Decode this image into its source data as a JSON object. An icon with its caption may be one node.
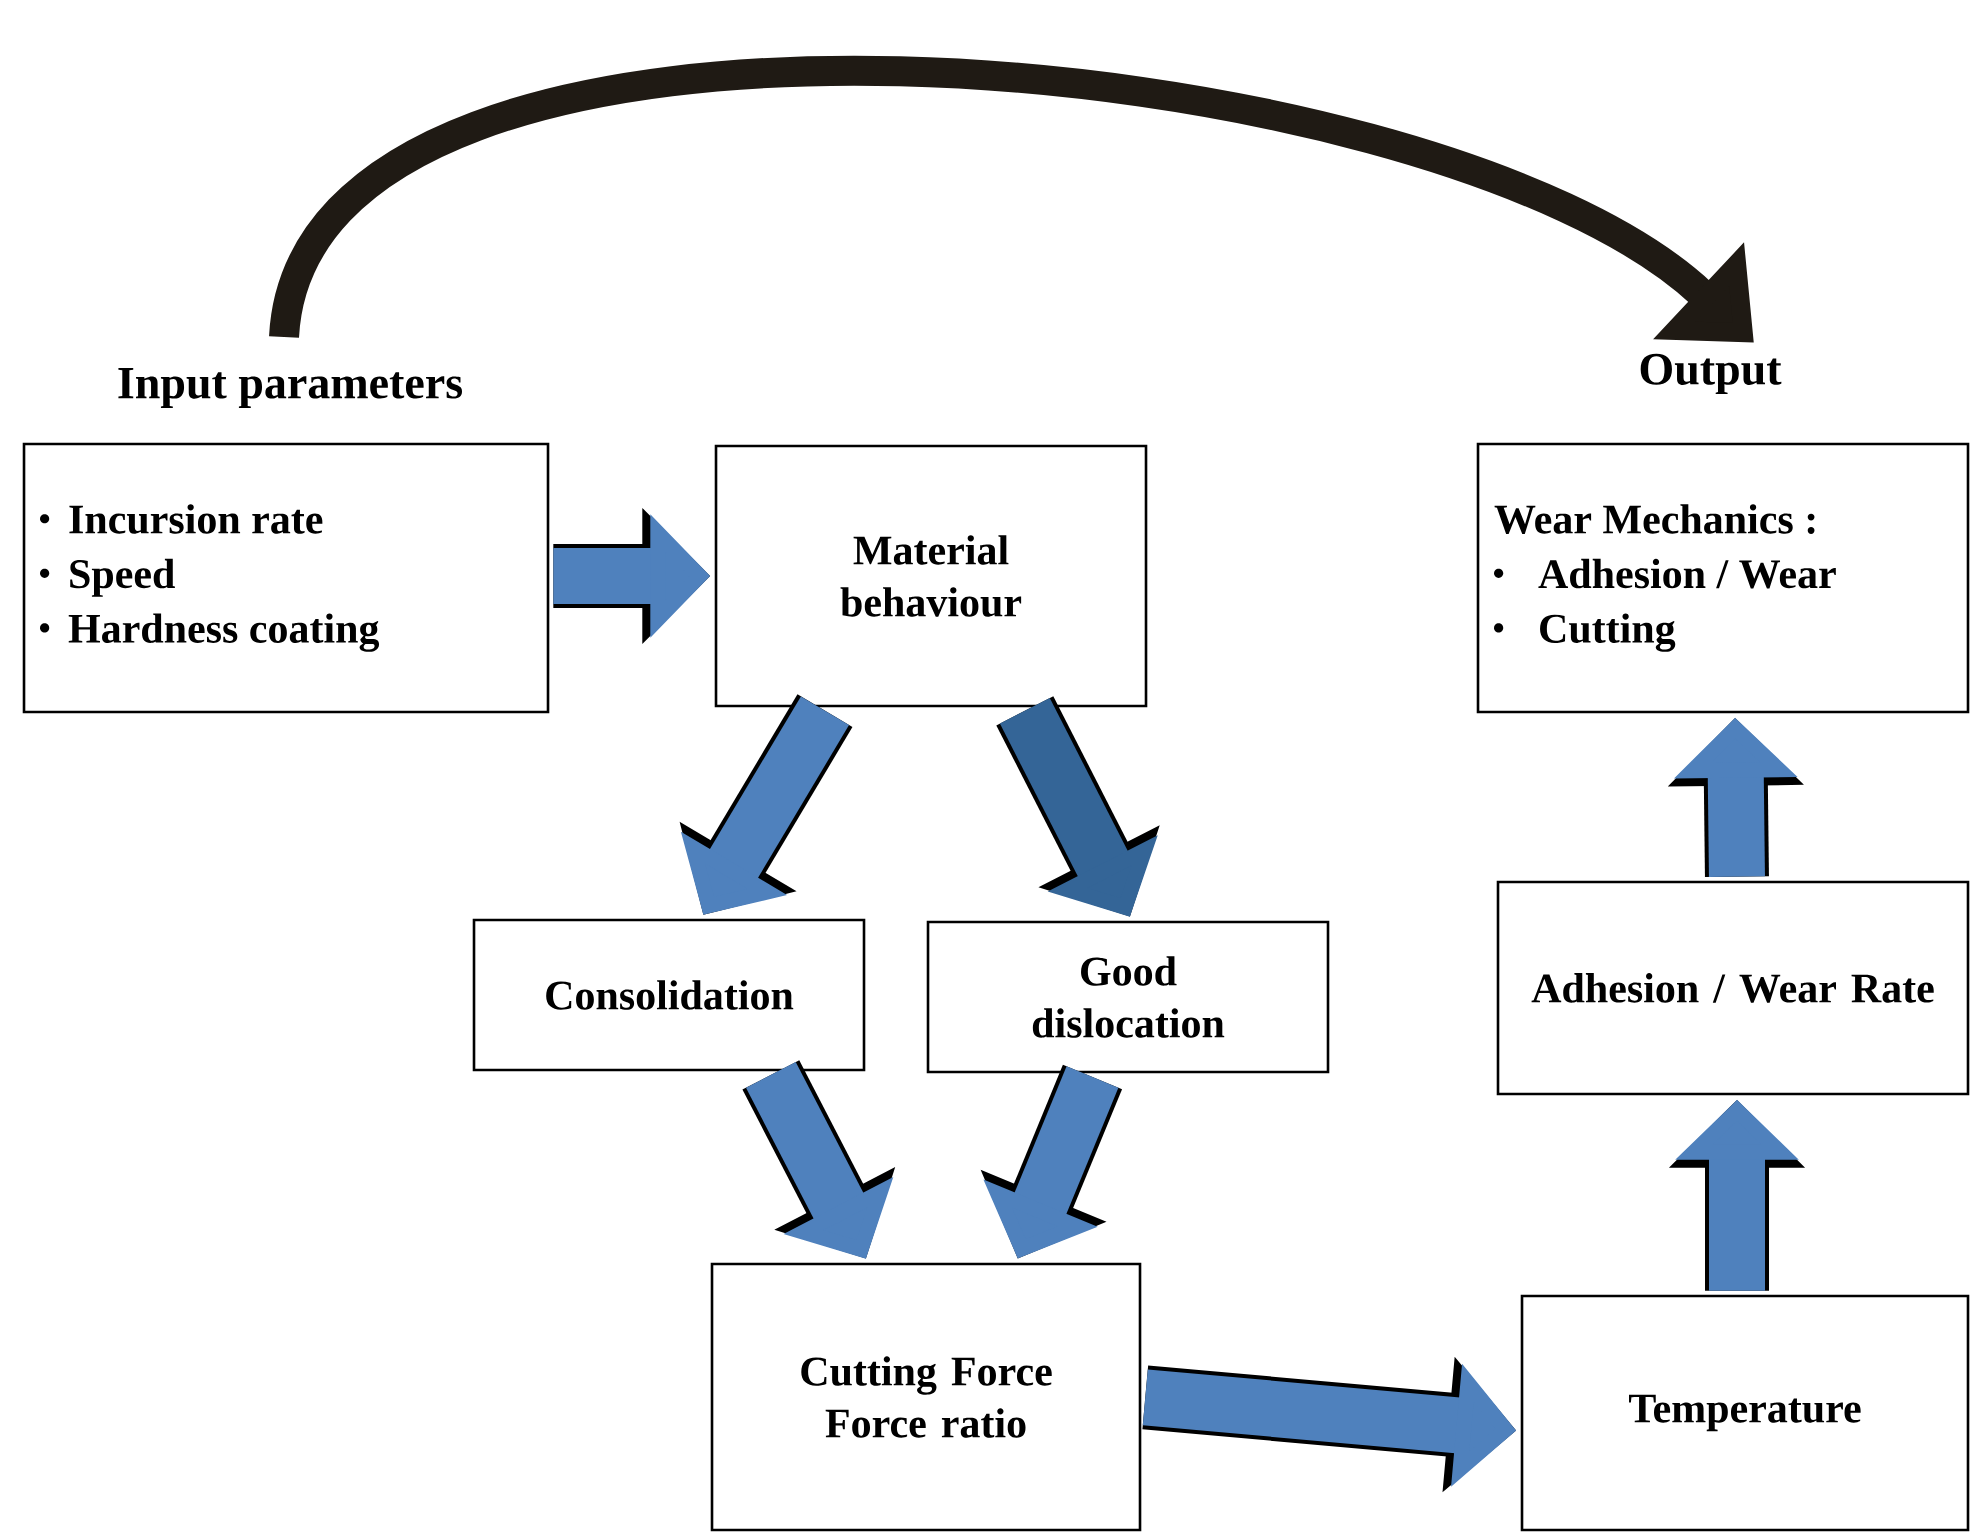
{
  "diagram": {
    "nodes": [
      {
        "text": [
          "Input parameters",
          "Incursion rate",
          "Speed",
          "Hardness coating"
        ]
      },
      {
        "text": [
          "Material behaviour"
        ]
      },
      {
        "text": [
          "Consolidation"
        ]
      },
      {
        "text": [
          "Good dislocation"
        ]
      },
      {
        "text": [
          "Cutting Force",
          "Force ratio"
        ]
      },
      {
        "text": [
          "Temperature"
        ]
      },
      {
        "text": [
          "Adhesion / Wear Rate"
        ]
      },
      {
        "text": [
          "Output",
          "Wear Mechanics :",
          "Adhesion / Wear",
          "Cutting"
        ]
      }
    ],
    "edges": [
      {
        "from": 0,
        "to": 1,
        "arrow": "to"
      },
      {
        "from": 1,
        "to": 2,
        "arrow": "to"
      },
      {
        "from": 1,
        "to": 3,
        "arrow": "to",
        "color": "#346597"
      },
      {
        "from": 2,
        "to": 4,
        "arrow": "to"
      },
      {
        "from": 3,
        "to": 4,
        "arrow": "to"
      },
      {
        "from": 4,
        "to": 5,
        "arrow": "to"
      },
      {
        "from": 5,
        "to": 6,
        "arrow": "to"
      },
      {
        "from": 6,
        "to": 7,
        "arrow": "to"
      },
      {
        "from": 0,
        "to": 7,
        "arrow": "to",
        "color": "#1f1a14"
      }
    ]
  }
}
